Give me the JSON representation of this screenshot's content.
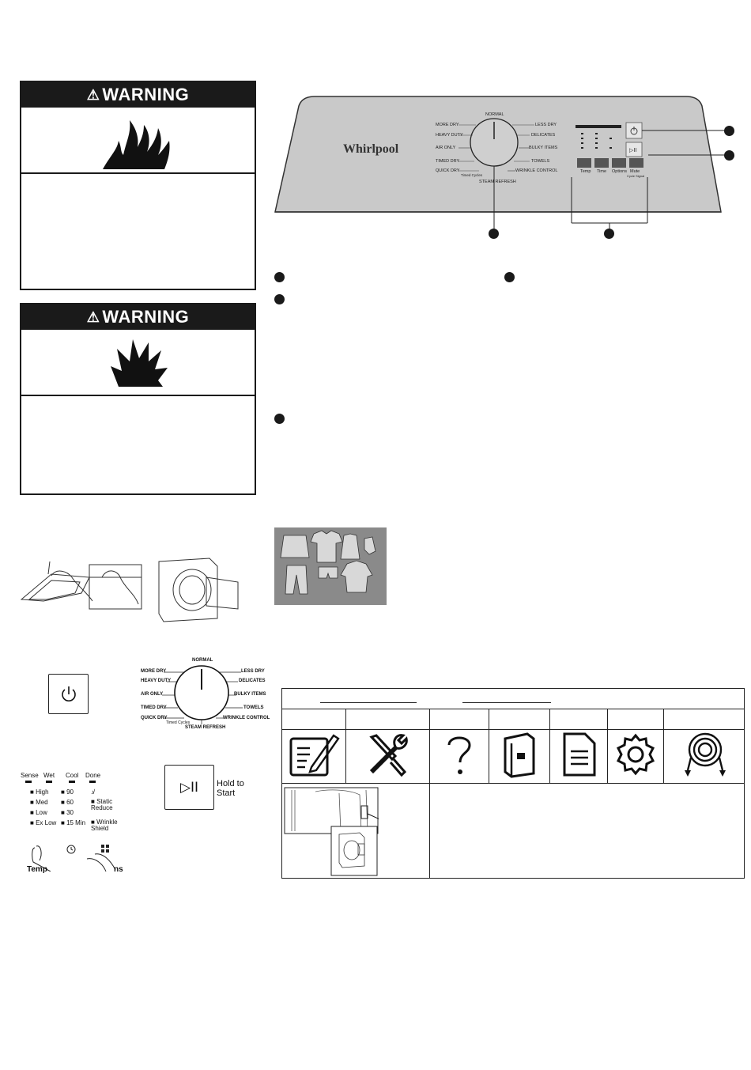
{
  "warnings": [
    {
      "title": "WARNING",
      "hazard_icon": "fire-icon"
    },
    {
      "title": "WARNING",
      "hazard_icon": "explosion-icon"
    }
  ],
  "panel": {
    "brand": "Whirlpool",
    "cycles": {
      "top": "NORMAL",
      "left": [
        "MORE DRY",
        "HEAVY DUTY",
        "AIR ONLY",
        "TIMED DRY",
        "QUICK DRY"
      ],
      "right": [
        "LESS DRY",
        "DELICATES",
        "BULKY ITEMS",
        "TOWELS",
        "WRINKLE CONTROL"
      ],
      "bottom": "STEAM REFRESH",
      "timed": "Timed Cycles"
    },
    "buttons": [
      "Temp",
      "Time",
      "Options",
      "Mute"
    ],
    "mute_sub": "Cycle Signal"
  },
  "dial": {
    "top": "NORMAL",
    "left": [
      "MORE DRY",
      "HEAVY DUTY",
      "AIR ONLY",
      "TIMED DRY",
      "QUICK DRY"
    ],
    "right": [
      "LESS DRY",
      "DELICATES",
      "BULKY ITEMS",
      "TOWELS",
      "WRINKLE CONTROL"
    ],
    "timed": "Timed Cycles",
    "bottom": "STEAM REFRESH"
  },
  "status": {
    "headers": [
      "Sense",
      "Wet",
      "Cool",
      "Done"
    ],
    "temp": [
      "High",
      "Med",
      "Low",
      "Ex Low"
    ],
    "time": [
      "90",
      "60",
      "30",
      "15 Min"
    ],
    "options": [
      "Static Reduce",
      "Wrinkle Shield"
    ],
    "temp_label": "Temp",
    "options_label_fragment": "ns"
  },
  "start_button": {
    "label": "Hold to Start"
  },
  "colors": {
    "panel": "#c9c9c9",
    "photo_bg": "#8a8a8a",
    "warning_bar": "#1a1a1a"
  }
}
